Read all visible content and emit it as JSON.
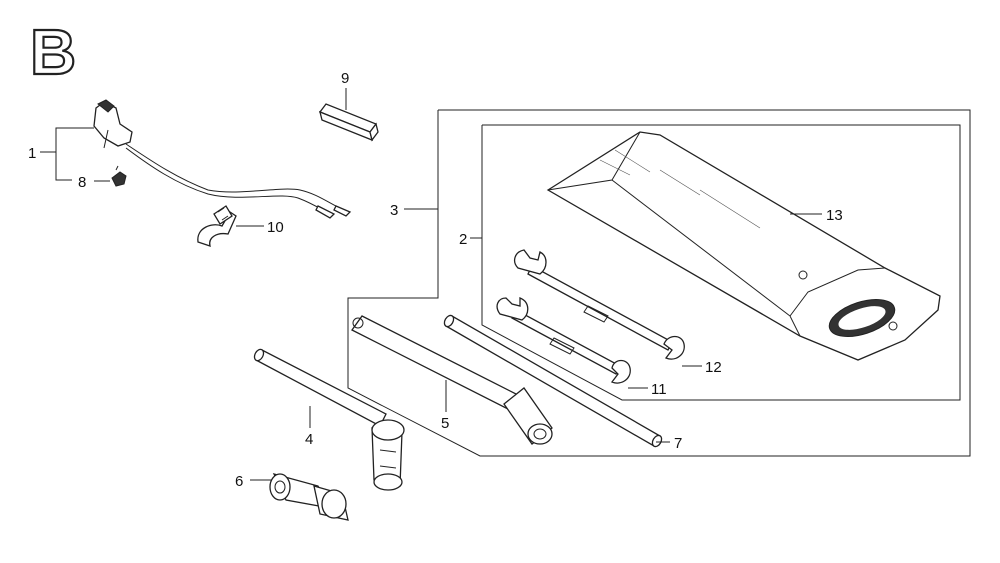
{
  "section_letter": "B",
  "callouts": {
    "c1": "1",
    "c2": "2",
    "c3": "3",
    "c4": "4",
    "c5": "5",
    "c6": "6",
    "c7": "7",
    "c8": "8",
    "c9": "9",
    "c10": "10",
    "c11": "11",
    "c12": "12",
    "c13": "13"
  }
}
